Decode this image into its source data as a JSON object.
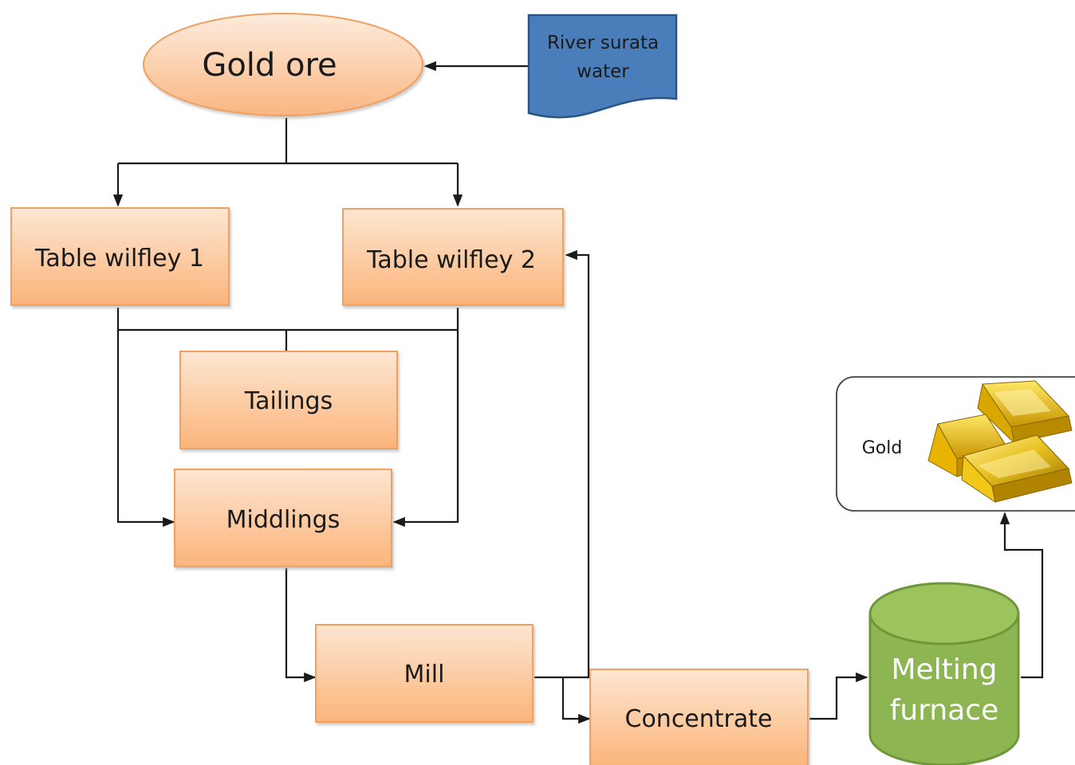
{
  "nodes": {
    "gold_ore": "Gold ore",
    "river_water_line1": "River surata",
    "river_water_line2": "water",
    "table_wilfley_1": "Table wilfley 1",
    "table_wilfley_2": "Table wilfley 2",
    "tailings": "Tailings",
    "middlings": "Middlings",
    "mill": "Mill",
    "concentrate": "Concentrate",
    "melting_furnace_line1": "Melting",
    "melting_furnace_line2": "furnace",
    "gold_product": "Gold"
  },
  "icons": {
    "gold_product_image": "gold-bars-icon"
  },
  "colors": {
    "process_box_top": "#fde3cc",
    "process_box_bottom": "#fbb57a",
    "process_box_border": "#f0a060",
    "ore_ellipse_top": "#fde8d4",
    "ore_ellipse_bottom": "#f9b987",
    "water_doc_fill": "#4a7ebb",
    "water_doc_border": "#2a5488",
    "furnace_fill": "#8db552",
    "furnace_top": "#9bc45c",
    "furnace_border": "#6e963a",
    "gold_bar_main": "#e0b000",
    "connector": "#1a1a1a"
  }
}
